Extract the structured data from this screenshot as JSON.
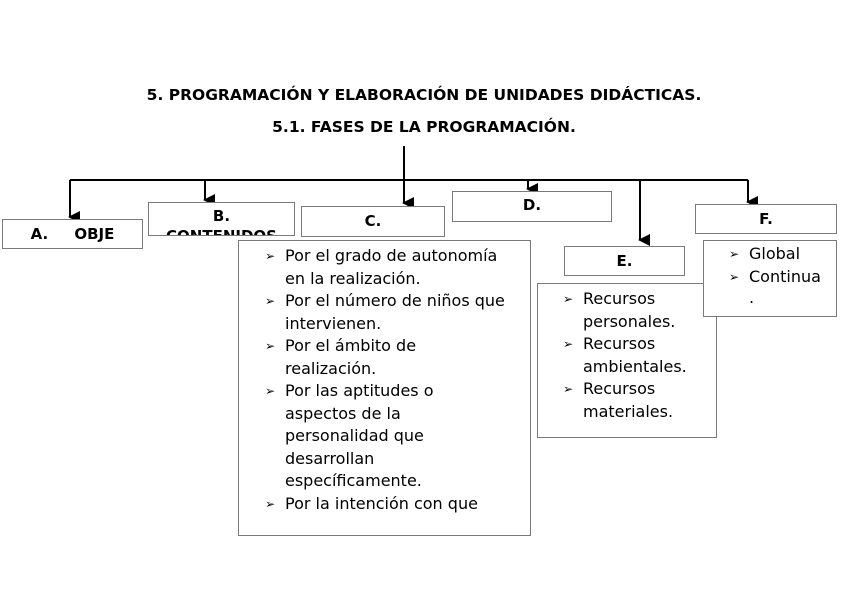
{
  "title": "5. PROGRAMACIÓN Y ELABORACIÓN DE UNIDADES DIDÁCTICAS.",
  "subtitle": "5.1. FASES DE LA PROGRAMACIÓN.",
  "nodes": {
    "a": {
      "label": "A.     OBJE"
    },
    "b": {
      "label": "B.",
      "label2": "CONTENIDOS"
    },
    "c": {
      "label": "C.",
      "items": [
        "Por el grado de autonomía en la realización.",
        "Por el número de niños que intervienen.",
        "Por el ámbito de realización.",
        "Por las aptitudes o aspectos de la personalidad que desarrollan específicamente.",
        "Por la intención con que"
      ]
    },
    "d": {
      "label": "D."
    },
    "e": {
      "label": "E.",
      "items": [
        "Recursos personales.",
        "Recursos ambientales.",
        "Recursos materiales."
      ]
    },
    "f": {
      "label": "F.",
      "items": [
        "Global",
        "Continua",
        "."
      ]
    }
  }
}
